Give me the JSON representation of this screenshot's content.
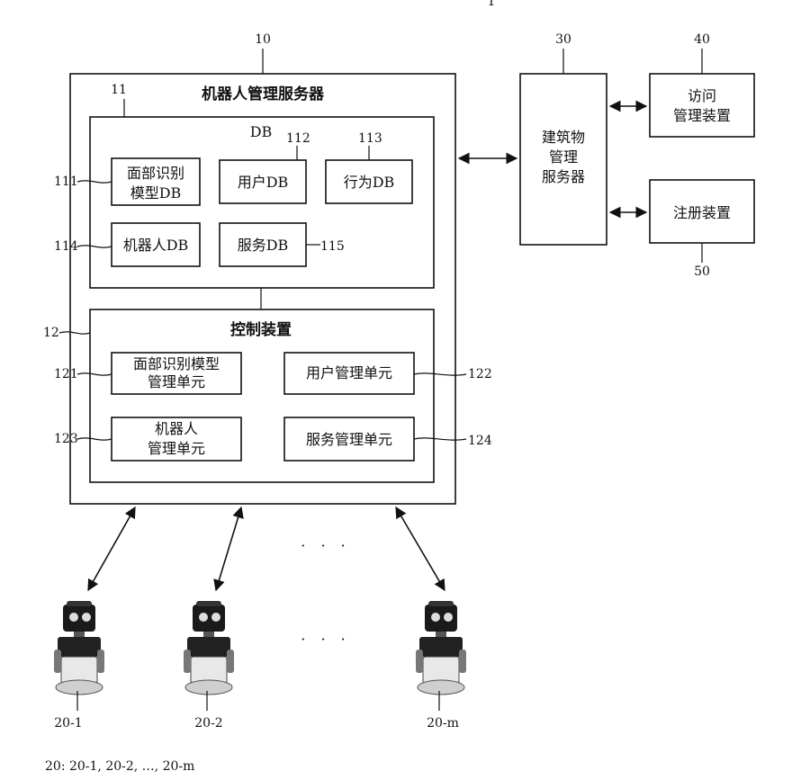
{
  "top_mark": "1",
  "server": {
    "ref": "10",
    "title": "机器人管理服务器",
    "db": {
      "ref": "11",
      "label": "DB",
      "items": [
        {
          "ref": "111",
          "line1": "面部识别",
          "line2": "模型DB"
        },
        {
          "ref": "112",
          "line1": "用户DB"
        },
        {
          "ref": "113",
          "line1": "行为DB"
        },
        {
          "ref": "114",
          "line1": "机器人DB"
        },
        {
          "ref": "115",
          "line1": "服务DB"
        }
      ]
    },
    "control": {
      "ref": "12",
      "title": "控制装置",
      "items": [
        {
          "ref": "121",
          "line1": "面部识别模型",
          "line2": "管理单元"
        },
        {
          "ref": "122",
          "line1": "用户管理单元"
        },
        {
          "ref": "123",
          "line1": "机器人",
          "line2": "管理单元"
        },
        {
          "ref": "124",
          "line1": "服务管理单元"
        }
      ]
    }
  },
  "building": {
    "ref": "30",
    "line1": "建筑物",
    "line2": "管理",
    "line3": "服务器"
  },
  "access": {
    "ref": "40",
    "line1": "访问",
    "line2": "管理装置"
  },
  "register": {
    "ref": "50",
    "line1": "注册装置"
  },
  "robots": {
    "labels": [
      "20-1",
      "20-2",
      "20-m"
    ],
    "ellipsis": "· · ·",
    "caption": "20: 20-1, 20-2, …, 20-m"
  }
}
